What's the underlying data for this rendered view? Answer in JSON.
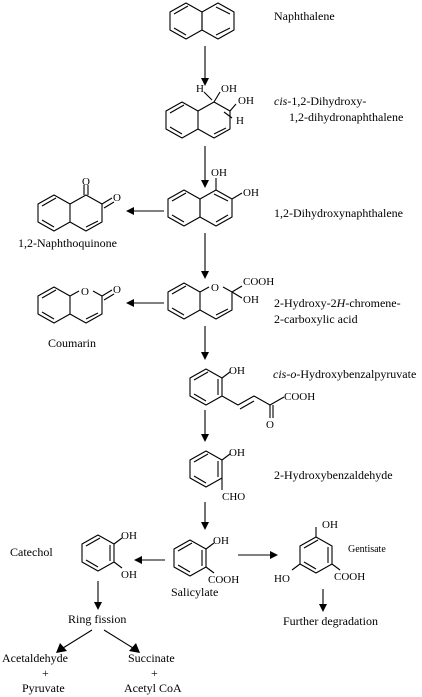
{
  "compounds": {
    "naphthalene": "Naphthalene",
    "dihydrodiol_prefix": "cis",
    "dihydrodiol_line1": "-1,2-Dihydroxy-",
    "dihydrodiol_line2": "1,2-dihydronaphthalene",
    "dihydroxynaphthalene": "1,2-Dihydroxynaphthalene",
    "naphthoquinone": "1,2-Naphthoquinone",
    "chromene_line1_a": "2-Hydroxy-2",
    "chromene_line1_italic": "H",
    "chromene_line1_b": "-chromene-",
    "chromene_line2": "2-carboxylic acid",
    "coumarin": "Coumarin",
    "pyruvate_italic1": "cis",
    "pyruvate_dash1": "-",
    "pyruvate_italic2": "o",
    "pyruvate_rest": "-Hydroxybenzalpyruvate",
    "hydroxybenzaldehyde": "2-Hydroxybenzaldehyde",
    "catechol": "Catechol",
    "salicylate": "Salicylate",
    "gentisate": "Gentisate",
    "ring_fission": "Ring fission",
    "further_degradation": "Further degradation",
    "acetaldehyde": "Acetaldehyde",
    "plus1": "+",
    "pyruvate": "Pyruvate",
    "succinate": "Succinate",
    "plus2": "+",
    "acetyl_coa": "Acetyl CoA"
  },
  "atoms": {
    "oh": "OH",
    "h": "H",
    "o": "O",
    "cooh": "COOH",
    "cho": "CHO",
    "ho": "HO"
  }
}
